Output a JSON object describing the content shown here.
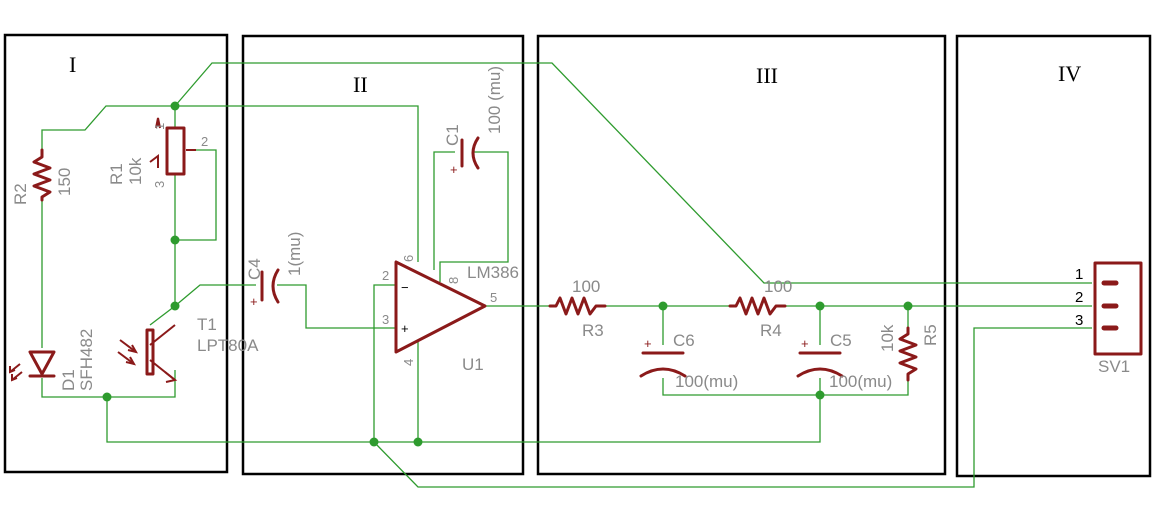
{
  "sections": [
    "I",
    "II",
    "III",
    "IV"
  ],
  "components": {
    "r2": {
      "name": "R2",
      "value": "150"
    },
    "r1": {
      "name": "R1",
      "value": "10k",
      "pin1": "1",
      "pin2": "2",
      "pin3": "3"
    },
    "d1": {
      "name": "D1",
      "value": "SFH482"
    },
    "t1": {
      "name": "T1",
      "value": "LPT80A"
    },
    "c4": {
      "name": "C4",
      "value": "1(mu)"
    },
    "c1": {
      "name": "C1",
      "value": "100 (mu)"
    },
    "u1": {
      "name": "U1",
      "value": "LM386",
      "pin2": "2",
      "pin3": "3",
      "pin4": "4",
      "pin5": "5",
      "pin6": "6",
      "pin8": "8",
      "minus": "−",
      "plus": "+"
    },
    "r3": {
      "name": "R3",
      "value": "100"
    },
    "r4": {
      "name": "R4",
      "value": "100"
    },
    "c6": {
      "name": "C6",
      "value": "100(mu)"
    },
    "c5": {
      "name": "C5",
      "value": "100(mu)"
    },
    "r5": {
      "name": "R5",
      "value": "10k"
    },
    "sv1": {
      "name": "SV1",
      "pins": [
        "1",
        "2",
        "3"
      ]
    }
  },
  "colors": {
    "wire": "#2e9b2e",
    "component": "#8b1a1a",
    "label": "#8a8a8a",
    "frame": "#000000"
  }
}
